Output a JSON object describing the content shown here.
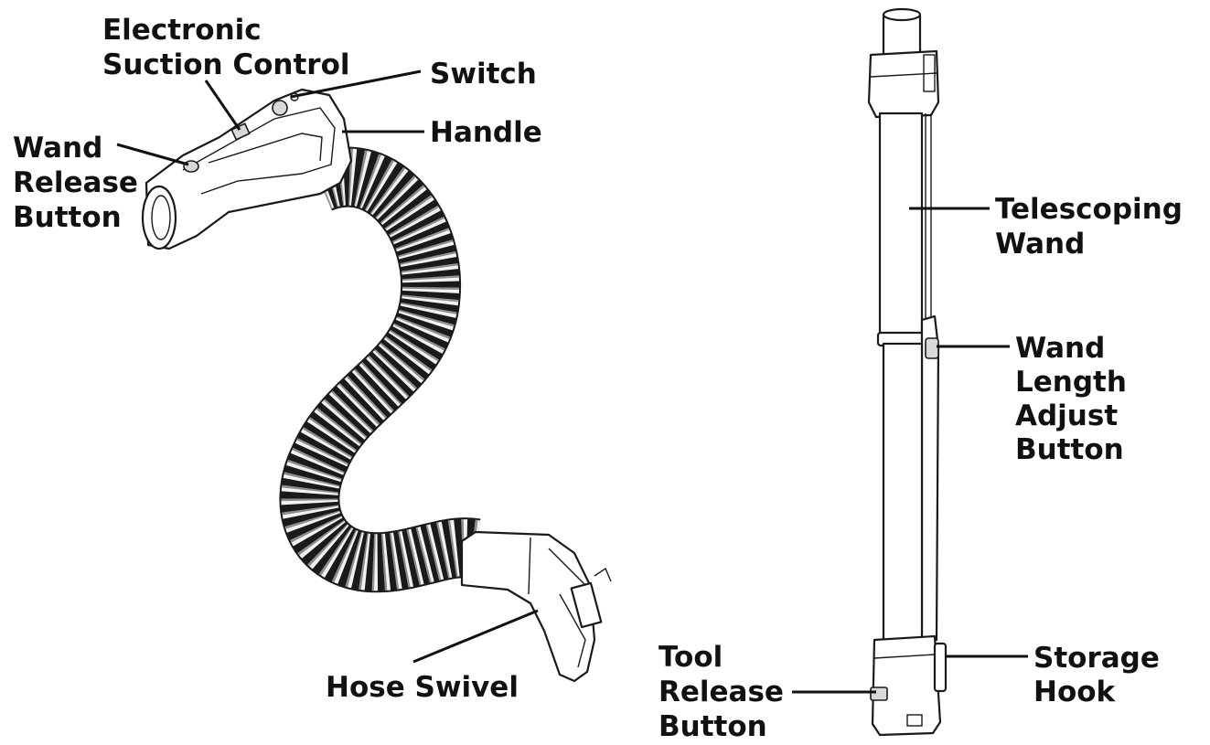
{
  "diagram": {
    "hose_assembly": {
      "labels": {
        "electronic_suction_control": [
          "Electronic",
          "Suction Control"
        ],
        "switch": [
          "Switch"
        ],
        "handle": [
          "Handle"
        ],
        "wand_release_button": [
          "Wand",
          "Release",
          "Button"
        ],
        "hose_swivel": [
          "Hose Swivel"
        ]
      }
    },
    "wand_assembly": {
      "labels": {
        "telescoping_wand": [
          "Telescoping",
          "Wand"
        ],
        "wand_length_adjust_button": [
          "Wand",
          "Length",
          "Adjust",
          "Button"
        ],
        "tool_release_button": [
          "Tool",
          "Release",
          "Button"
        ],
        "storage_hook": [
          "Storage",
          "Hook"
        ]
      }
    },
    "colors": {
      "ink": "#111111",
      "background": "#ffffff",
      "shade": "#d8d8d8"
    }
  }
}
